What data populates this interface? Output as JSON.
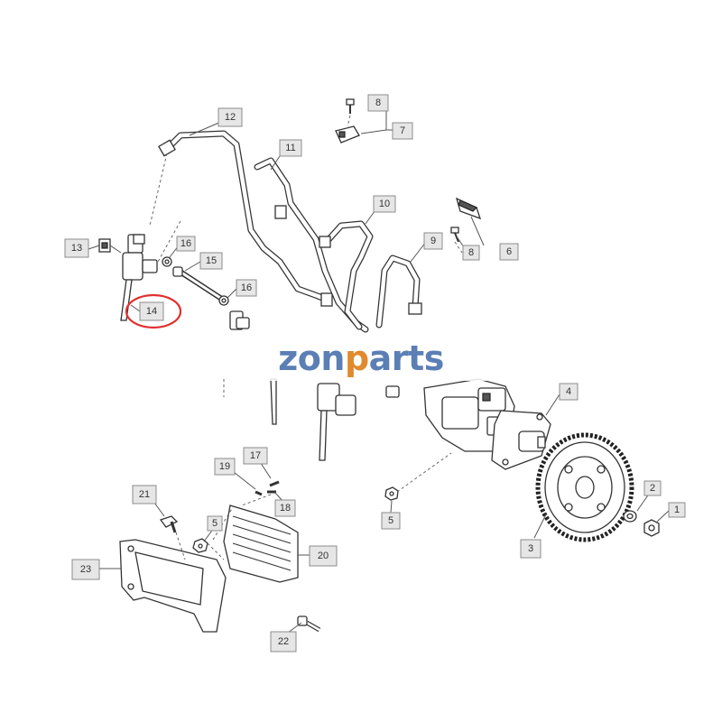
{
  "diagram": {
    "callouts": [
      "1",
      "2",
      "3",
      "4",
      "5",
      "5",
      "6",
      "7",
      "8",
      "8",
      "9",
      "10",
      "11",
      "12",
      "13",
      "14",
      "15",
      "16",
      "16",
      "17",
      "18",
      "19",
      "20",
      "21",
      "22",
      "23"
    ],
    "highlighted_callout": "14",
    "highlight_color": "#e03030"
  },
  "watermark": {
    "part1": "zon",
    "part2": "p",
    "part3": "arts",
    "colors": {
      "blue": "#5b7fb5",
      "orange": "#e0892e"
    }
  }
}
